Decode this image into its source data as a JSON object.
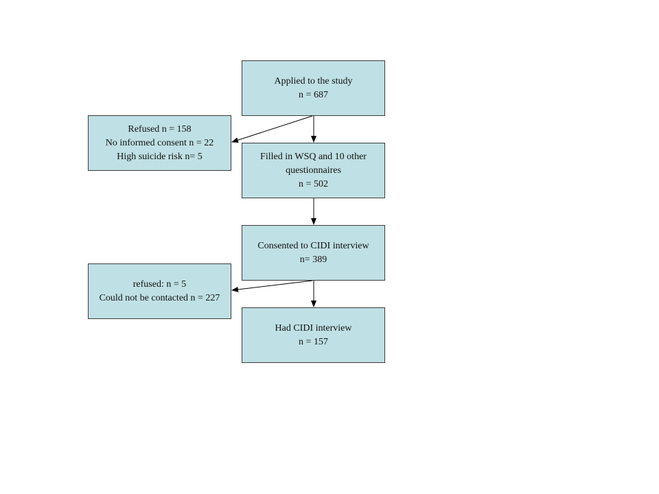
{
  "boxes": {
    "applied": {
      "lines": [
        "Applied to the study",
        "n = 687"
      ]
    },
    "refused_initial": {
      "lines": [
        "Refused n = 158",
        "No informed consent n = 22",
        "High suicide risk  n= 5"
      ]
    },
    "filled_in": {
      "lines": [
        "Filled in WSQ and 10 other",
        "questionnaires",
        "n = 502"
      ]
    },
    "consented": {
      "lines": [
        "Consented to CIDI interview",
        "n= 389"
      ]
    },
    "refused_interview": {
      "lines": [
        "refused:  n = 5",
        "Could not be contacted n = 227"
      ]
    },
    "had_interview": {
      "lines": [
        "Had CIDI interview",
        "n = 157"
      ]
    }
  },
  "colors": {
    "box_fill": "#bfe0e4",
    "box_border": "#3a3a3a",
    "arrow": "#000000"
  }
}
